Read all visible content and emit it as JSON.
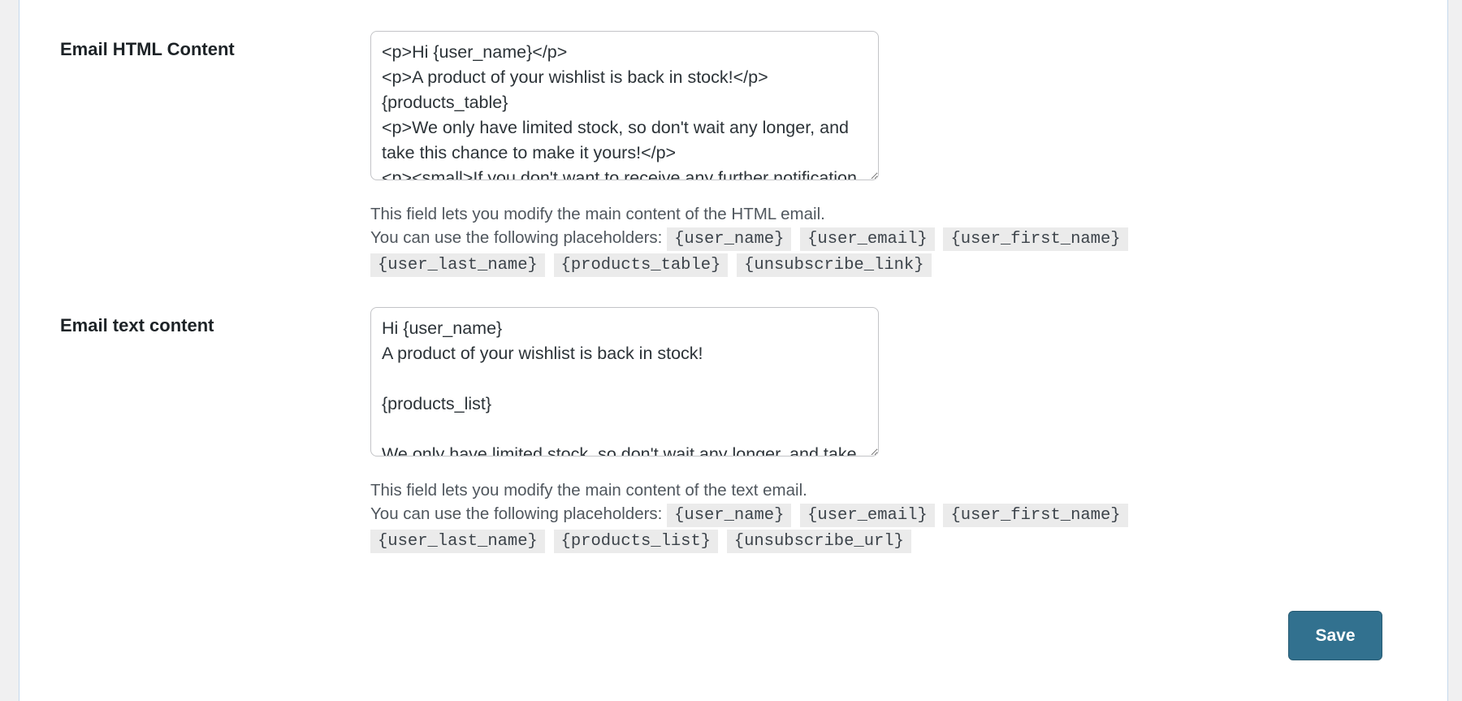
{
  "html_content": {
    "label": "Email HTML Content",
    "value": "<p>Hi {user_name}</p>\n<p>A product of your wishlist is back in stock!</p>\n{products_table}\n<p>We only have limited stock, so don't wait any longer, and take this chance to make it yours!</p>\n<p><small>If you don't want to receive any further notification, please {unsubscribe_link}</small></p>",
    "description": "This field lets you modify the main content of the HTML email.",
    "placeholders_intro": "You can use the following placeholders:",
    "placeholders": [
      "{user_name}",
      "{user_email}",
      "{user_first_name}",
      "{user_last_name}",
      "{products_table}",
      "{unsubscribe_link}"
    ]
  },
  "text_content": {
    "label": "Email text content",
    "value": "Hi {user_name}\nA product of your wishlist is back in stock!\n\n{products_list}\n\nWe only have limited stock, so don't wait any longer, and take this chance to make it yours!",
    "description": "This field lets you modify the main content of the text email.",
    "placeholders_intro": "You can use the following placeholders:",
    "placeholders": [
      "{user_name}",
      "{user_email}",
      "{user_first_name}",
      "{user_last_name}",
      "{products_list}",
      "{unsubscribe_url}"
    ]
  },
  "actions": {
    "save_label": "Save"
  },
  "colors": {
    "primary_button": "#32718f",
    "code_background": "#ebebeb",
    "panel_border": "#c5d9ed"
  }
}
